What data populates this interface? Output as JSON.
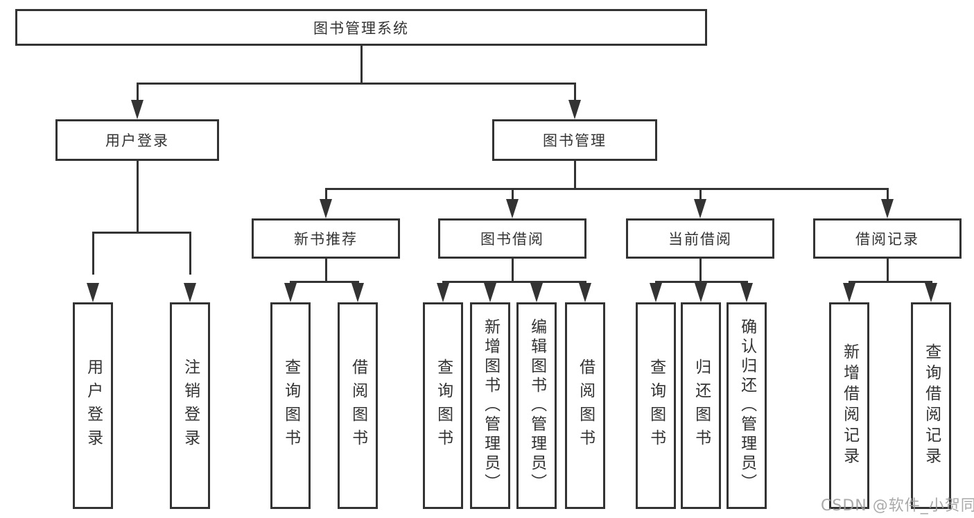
{
  "tree": {
    "root": {
      "label": "图书管理系统"
    },
    "level2": [
      {
        "label": "用户登录"
      },
      {
        "label": "图书管理"
      }
    ],
    "level3": [
      {
        "label": "新书推荐",
        "parent": "图书管理"
      },
      {
        "label": "图书借阅",
        "parent": "图书管理"
      },
      {
        "label": "当前借阅",
        "parent": "图书管理"
      },
      {
        "label": "借阅记录",
        "parent": "图书管理"
      }
    ],
    "leaves": [
      {
        "label": "用户登录",
        "parent": "用户登录"
      },
      {
        "label": "注销登录",
        "parent": "用户登录"
      },
      {
        "label": "查询图书",
        "parent": "新书推荐"
      },
      {
        "label": "借阅图书",
        "parent": "新书推荐"
      },
      {
        "label": "查询图书",
        "parent": "图书借阅"
      },
      {
        "label": "新增图书（管理员）",
        "parent": "图书借阅"
      },
      {
        "label": "编辑图书（管理员）",
        "parent": "图书借阅"
      },
      {
        "label": "借阅图书",
        "parent": "图书借阅"
      },
      {
        "label": "查询图书",
        "parent": "当前借阅"
      },
      {
        "label": "归还图书",
        "parent": "当前借阅"
      },
      {
        "label": "确认归还（管理员）",
        "parent": "当前借阅"
      },
      {
        "label": "新增借阅记录",
        "parent": "借阅记录"
      },
      {
        "label": "查询借阅记录",
        "parent": "借阅记录"
      }
    ]
  },
  "watermark": {
    "text": "CSDN @软件_小贺同学"
  },
  "colors": {
    "line": "#333333",
    "box_border": "#333333",
    "box_fill": "#ffffff",
    "text": "#333333",
    "watermark": "#9b9b9b"
  }
}
